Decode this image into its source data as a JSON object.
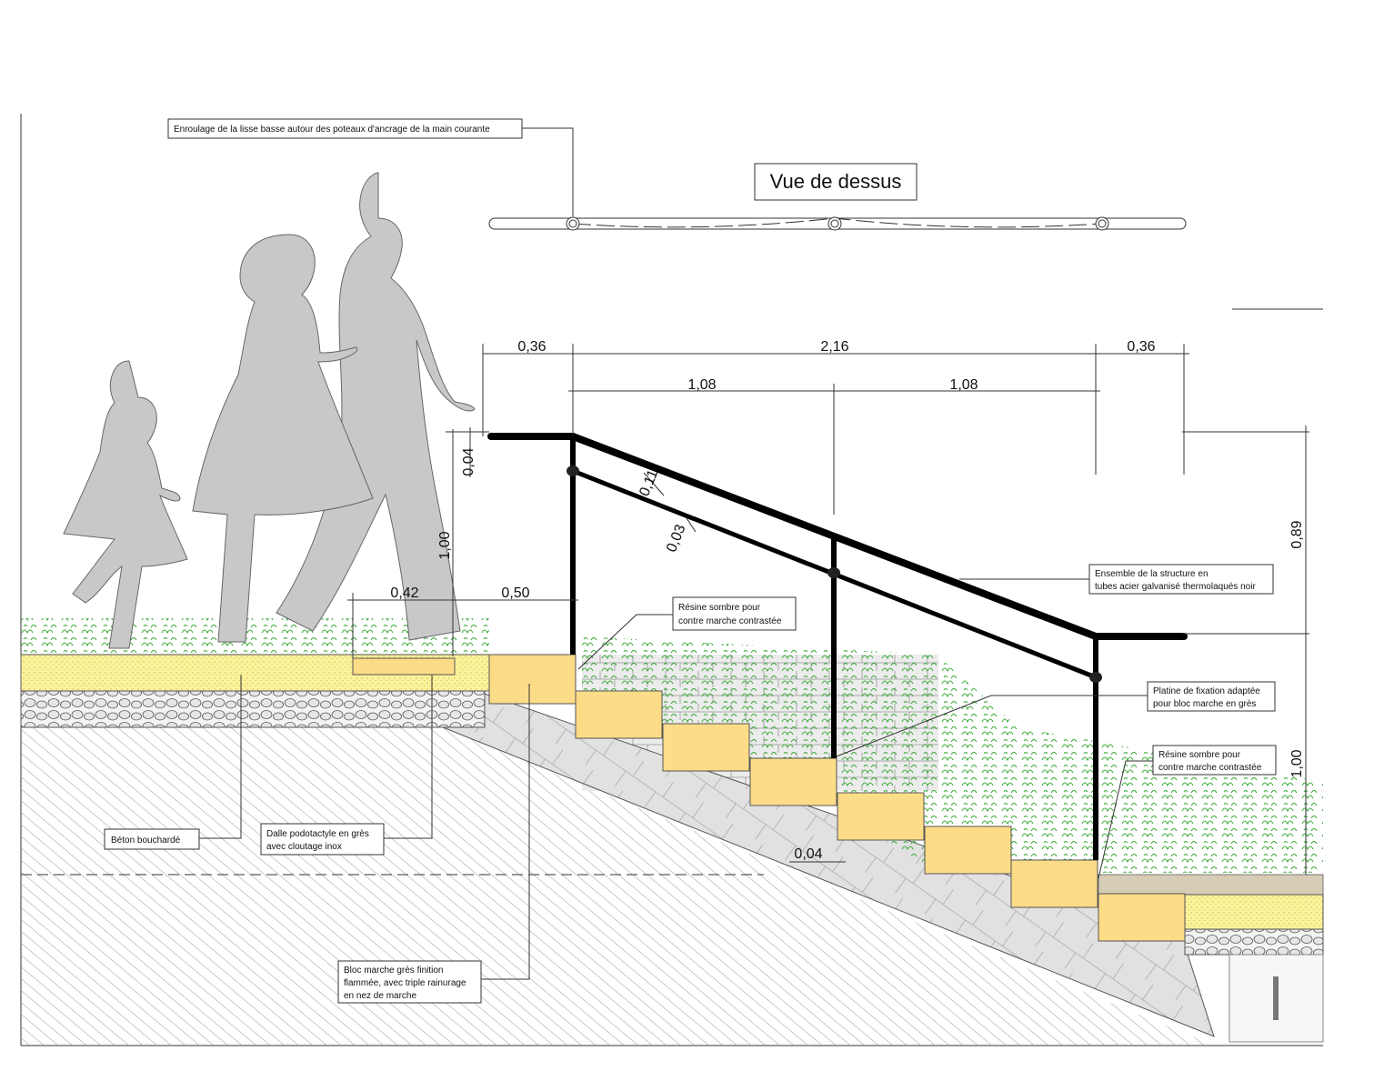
{
  "view_title": "Vue de dessus",
  "labels": {
    "enroulage": "Enroulage de la lisse basse autour des poteaux d'ancrage de la main courante",
    "resine_1_line1": "Résine sombre pour",
    "resine_1_line2": "contre marche contrastée",
    "structure_line1": "Ensemble de la structure en",
    "structure_line2": "tubes acier galvanisé thermolaqués noir",
    "platine_line1": "Platine de fixation adaptée",
    "platine_line2": "pour bloc marche en grès",
    "resine_2_line1": "Résine sombre pour",
    "resine_2_line2": "contre marche contrastée",
    "beton": "Béton bouchardé",
    "dalle_line1": "Dalle podotactyle en grès",
    "dalle_line2": "avec cloutage inox",
    "bloc_line1": "Bloc marche grès finition",
    "bloc_line2": "flammée, avec triple rainurage",
    "bloc_line3": "en nez de marche"
  },
  "dimensions": {
    "d_036_left": "0,36",
    "d_216": "2,16",
    "d_036_right": "0,36",
    "d_108_left": "1,08",
    "d_108_right": "1,08",
    "d_004_top": "0,04",
    "d_100_left": "1,00",
    "d_042": "0,42",
    "d_050": "0,50",
    "d_011": "0,11",
    "d_003": "0,03",
    "d_089": "0,89",
    "d_100_right": "1,00",
    "d_004_bottom": "0,04"
  },
  "colors": {
    "step_fill": "#fddc88",
    "concrete_fill": "#fbf29a",
    "vegetation": "#39a935",
    "silhouette": "#c8c8c8",
    "rail": "#000000"
  }
}
